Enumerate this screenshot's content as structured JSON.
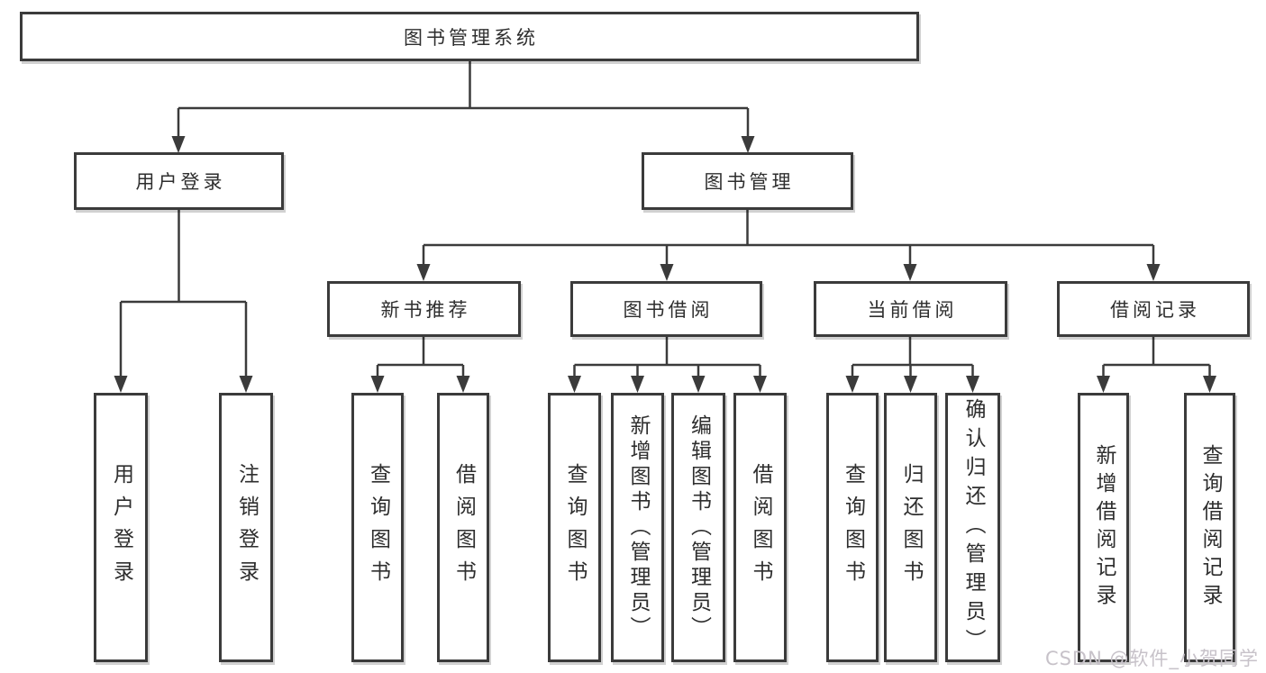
{
  "diagram": {
    "title": "图书管理系统",
    "type": "functional-decomposition-tree"
  },
  "tree": {
    "root": {
      "label": "图书管理系统"
    },
    "branches": [
      {
        "label": "用户登录",
        "children": [
          {
            "label": "用户登录"
          },
          {
            "label": "注销登录"
          }
        ]
      },
      {
        "label": "图书管理",
        "children": [
          {
            "label": "新书推荐",
            "children": [
              {
                "label": "查询图书"
              },
              {
                "label": "借阅图书"
              }
            ]
          },
          {
            "label": "图书借阅",
            "children": [
              {
                "label": "查询图书"
              },
              {
                "label": "新增图书（管理员）"
              },
              {
                "label": "编辑图书（管理员）"
              },
              {
                "label": "借阅图书"
              }
            ]
          },
          {
            "label": "当前借阅",
            "children": [
              {
                "label": "查询图书"
              },
              {
                "label": "归还图书"
              },
              {
                "label": "确认归还（管理员）"
              }
            ]
          },
          {
            "label": "借阅记录",
            "children": [
              {
                "label": "新增借阅记录"
              },
              {
                "label": "查询借阅记录"
              }
            ]
          }
        ]
      }
    ]
  },
  "watermark": {
    "text": "CSDN @软件_小贺同学"
  },
  "colors": {
    "background": "#ffffff",
    "line": "#3b3b3b",
    "box_border": "#3b3b3b",
    "text": "#2e2e2e",
    "watermark": "#c7c2c9"
  }
}
